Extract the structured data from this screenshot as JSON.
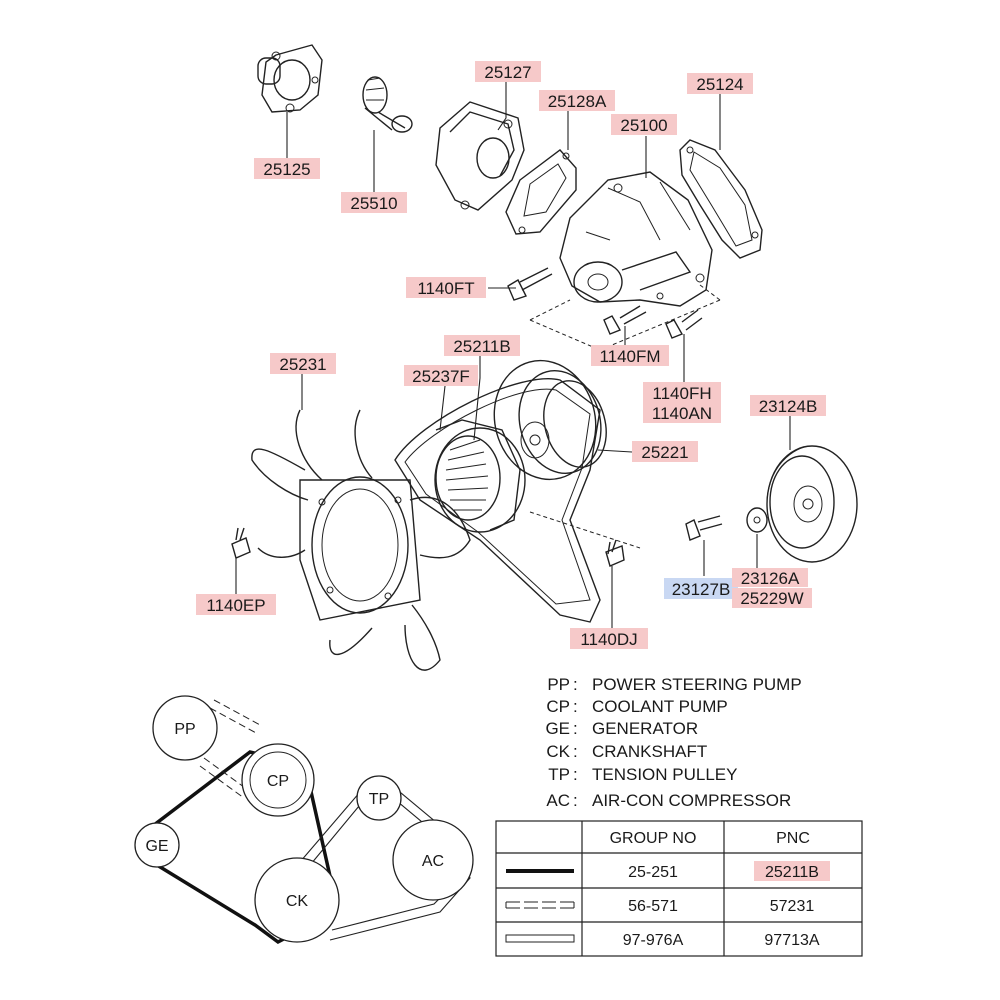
{
  "part_labels": [
    {
      "id": "25125",
      "text": "25125",
      "highlight": "red"
    },
    {
      "id": "25510",
      "text": "25510",
      "highlight": "red"
    },
    {
      "id": "25127",
      "text": "25127",
      "highlight": "red"
    },
    {
      "id": "25128A",
      "text": "25128A",
      "highlight": "red"
    },
    {
      "id": "25100",
      "text": "25100",
      "highlight": "red"
    },
    {
      "id": "25124",
      "text": "25124",
      "highlight": "red"
    },
    {
      "id": "1140FT",
      "text": "1140FT",
      "highlight": "red"
    },
    {
      "id": "1140FM",
      "text": "1140FM",
      "highlight": "red"
    },
    {
      "id": "1140FH",
      "text": "1140FH",
      "highlight": "red"
    },
    {
      "id": "1140AN",
      "text": "1140AN",
      "highlight": "red"
    },
    {
      "id": "25211B",
      "text": "25211B",
      "highlight": "red"
    },
    {
      "id": "25237F",
      "text": "25237F",
      "highlight": "red"
    },
    {
      "id": "25231",
      "text": "25231",
      "highlight": "red"
    },
    {
      "id": "25221",
      "text": "25221",
      "highlight": "red"
    },
    {
      "id": "23124B",
      "text": "23124B",
      "highlight": "red"
    },
    {
      "id": "23127B",
      "text": "23127B",
      "highlight": "blue"
    },
    {
      "id": "23126A",
      "text": "23126A",
      "highlight": "red"
    },
    {
      "id": "25229W",
      "text": "25229W",
      "highlight": "red"
    },
    {
      "id": "1140EP",
      "text": "1140EP",
      "highlight": "red"
    },
    {
      "id": "1140DJ",
      "text": "1140DJ",
      "highlight": "red"
    }
  ],
  "legend": [
    {
      "abbr": "PP",
      "sep": " : ",
      "desc": "POWER STEERING PUMP"
    },
    {
      "abbr": "CP",
      "sep": " : ",
      "desc": "COOLANT PUMP"
    },
    {
      "abbr": "GE",
      "sep": " : ",
      "desc": "GENERATOR"
    },
    {
      "abbr": "CK",
      "sep": " : ",
      "desc": "CRANKSHAFT"
    },
    {
      "abbr": "TP",
      "sep": " : ",
      "desc": "TENSION PULLEY"
    },
    {
      "abbr": "AC",
      "sep": " : ",
      "desc": "AIR-CON COMPRESSOR"
    }
  ],
  "belt_diagram": {
    "pulleys": [
      {
        "id": "PP",
        "label": "PP"
      },
      {
        "id": "CP",
        "label": "CP"
      },
      {
        "id": "GE",
        "label": "GE"
      },
      {
        "id": "CK",
        "label": "CK"
      },
      {
        "id": "TP",
        "label": "TP"
      },
      {
        "id": "AC",
        "label": "AC"
      }
    ]
  },
  "table": {
    "headers": [
      "",
      "GROUP NO",
      "PNC"
    ],
    "rows": [
      {
        "line_style": "solid-thick",
        "group_no": "25-251",
        "pnc": "25211B",
        "pnc_highlight": "red"
      },
      {
        "line_style": "dashed-double",
        "group_no": "56-571",
        "pnc": "57231",
        "pnc_highlight": ""
      },
      {
        "line_style": "double",
        "group_no": "97-976A",
        "pnc": "97713A",
        "pnc_highlight": ""
      }
    ]
  },
  "colors": {
    "red_highlight": "#f6c9c9",
    "blue_highlight": "#c9d8f3",
    "ink": "#1a1a1a",
    "background": "#ffffff"
  }
}
